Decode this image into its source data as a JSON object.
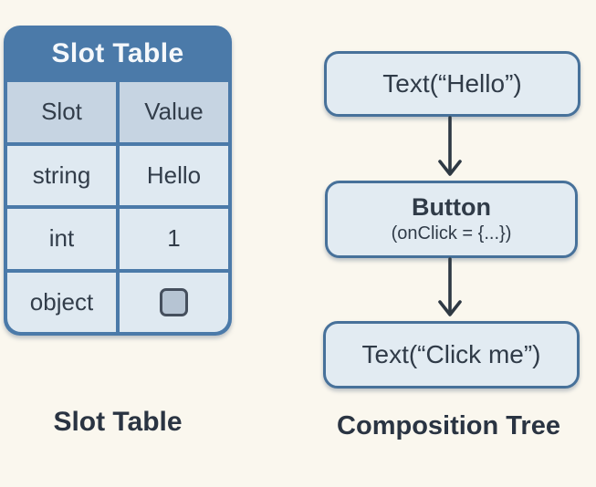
{
  "page": {
    "background_color": "#faf7ee",
    "text_color": "#2a3442"
  },
  "slot_table_panel": {
    "title": "Slot Table",
    "caption": "Slot Table",
    "columns": [
      "Slot",
      "Value"
    ],
    "rows": [
      {
        "slot": "string",
        "value": "Hello",
        "value_type": "text"
      },
      {
        "slot": "int",
        "value": "1",
        "value_type": "text"
      },
      {
        "slot": "object",
        "value": "",
        "value_type": "object-box-icon"
      }
    ],
    "colors": {
      "frame_and_header_bg": "#4b7aa9",
      "column_header_cell_bg": "#c6d4e2",
      "data_cell_bg": "#dfe9f1",
      "title_text": "#f5f8fb",
      "cell_text": "#323d4a",
      "object_box_fill": "#b6c4d3",
      "object_box_border": "#454f5d"
    }
  },
  "composition_tree_panel": {
    "caption": "Composition Tree",
    "nodes": [
      {
        "label": "Text(“Hello”)"
      },
      {
        "label": "Button",
        "sublabel": "(onClick = {...})"
      },
      {
        "label": "Text(“Click me”)"
      }
    ],
    "colors": {
      "node_bg": "#e2ebf2",
      "node_border": "#47719a",
      "arrow": "#2e3944",
      "node_text": "#303b48"
    }
  }
}
